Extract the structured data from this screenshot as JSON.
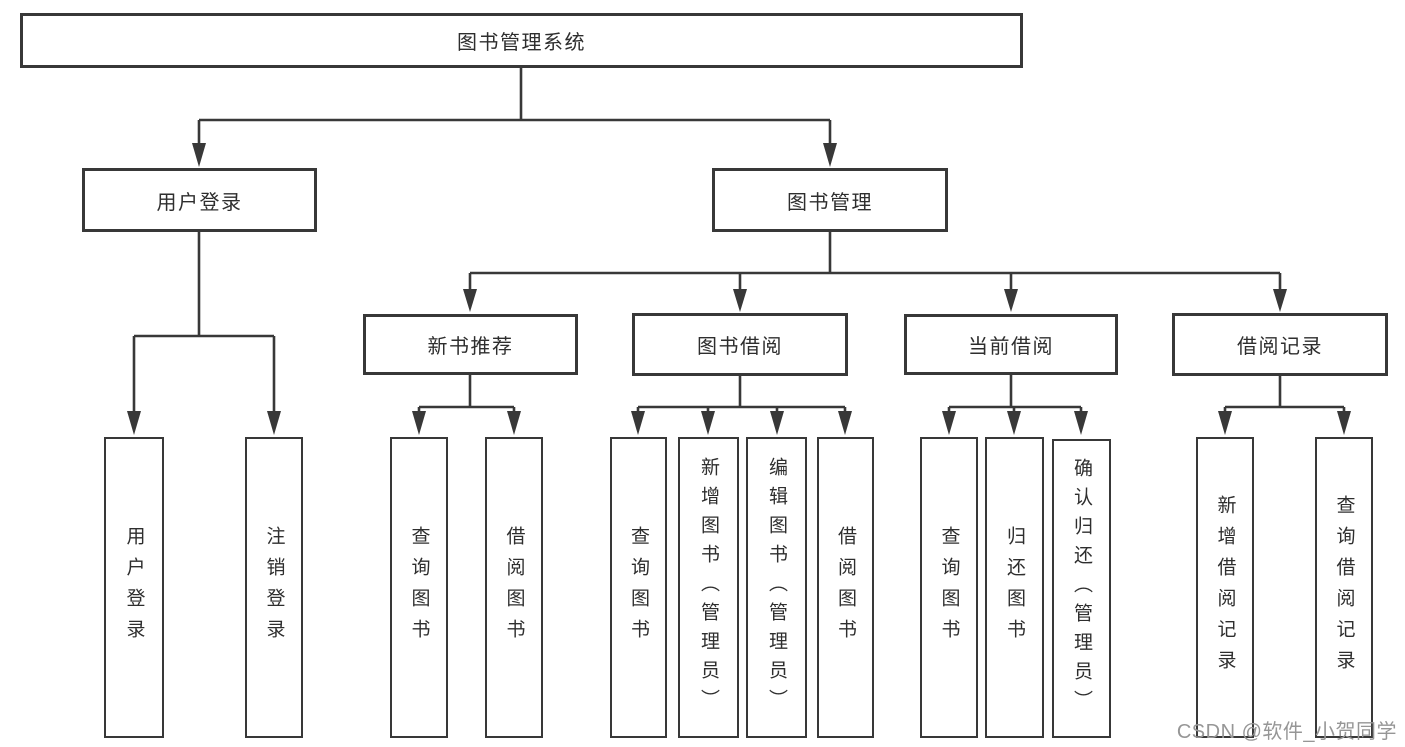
{
  "diagram": {
    "title": "图书管理系统",
    "nodes": {
      "root": {
        "label": "图书管理系统"
      },
      "user_login_group": {
        "label": "用户登录"
      },
      "book_mgmt": {
        "label": "图书管理"
      },
      "new_book_rec": {
        "label": "新书推荐"
      },
      "book_borrow": {
        "label": "图书借阅"
      },
      "current_borrow": {
        "label": "当前借阅"
      },
      "borrow_records": {
        "label": "借阅记录"
      },
      "leaf_user_login": {
        "label": "用户登录"
      },
      "leaf_logout": {
        "label": "注销登录"
      },
      "leaf_nbr_query": {
        "label": "查询图书"
      },
      "leaf_nbr_borrow": {
        "label": "借阅图书"
      },
      "leaf_bb_query": {
        "label": "查询图书"
      },
      "leaf_bb_add": {
        "label": "新增图书（管理员）"
      },
      "leaf_bb_edit": {
        "label": "编辑图书（管理员）"
      },
      "leaf_bb_borrow": {
        "label": "借阅图书"
      },
      "leaf_cb_query": {
        "label": "查询图书"
      },
      "leaf_cb_return": {
        "label": "归还图书"
      },
      "leaf_cb_confirm": {
        "label": "确认归还（管理员）"
      },
      "leaf_br_add": {
        "label": "新增借阅记录"
      },
      "leaf_br_query": {
        "label": "查询借阅记录"
      }
    },
    "colors": {
      "line": "#383838",
      "box_border": "#383838",
      "text": "#2e2e2e",
      "background": "#ffffff",
      "watermark": "#969696"
    }
  },
  "watermark": {
    "text": "CSDN @软件_小贺同学"
  }
}
